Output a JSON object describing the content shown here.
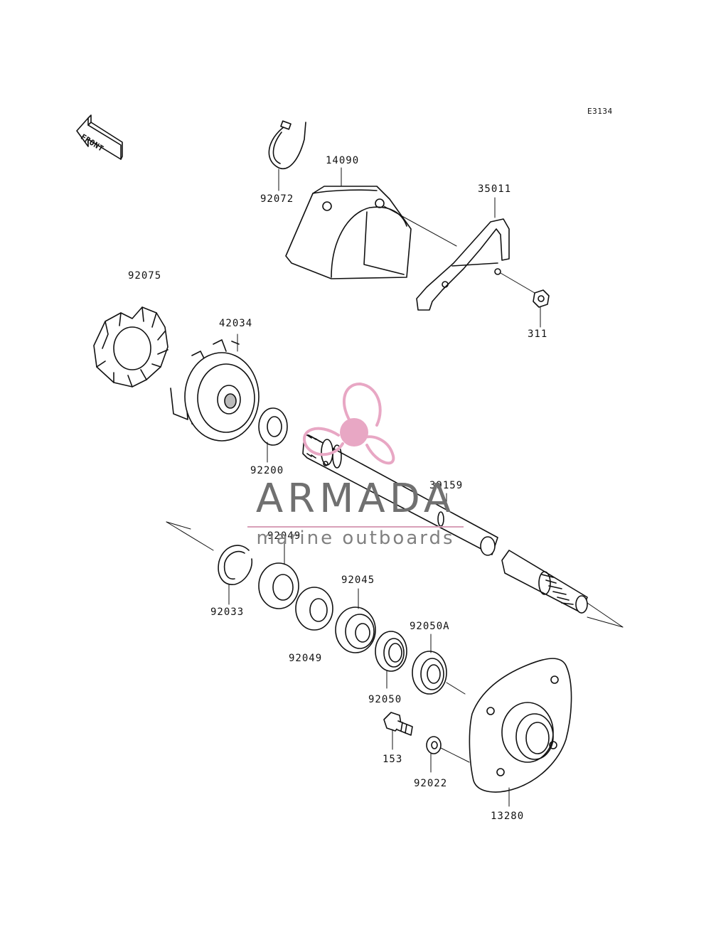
{
  "diagram": {
    "figure_code": "E3134",
    "front_label": "FRONT",
    "parts": {
      "p92072": "92072",
      "p14090": "14090",
      "p35011": "35011",
      "p92075": "92075",
      "p42034": "42034",
      "p311": "311",
      "p92200": "92200",
      "p39159": "39159",
      "p92049a": "92049",
      "p92033": "92033",
      "p92045": "92045",
      "p92049b": "92049",
      "p92050A": "92050A",
      "p92050": "92050",
      "p153": "153",
      "p92022": "92022",
      "p13280": "13280"
    }
  },
  "watermark": {
    "brand": "ARMADA",
    "tagline": "marine outboards",
    "logo_color": "#e8a7c4",
    "text_color": "#707070"
  }
}
